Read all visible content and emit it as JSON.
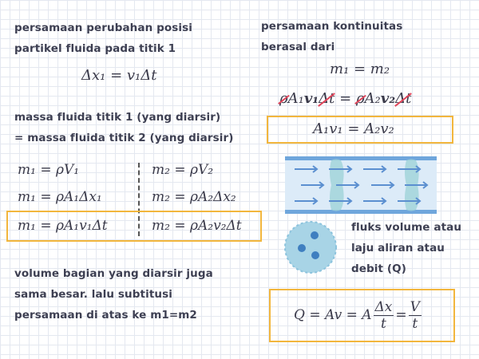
{
  "left": {
    "position_text_line1": "persamaan perubahan posisi",
    "position_text_line2": "partikel fluida pada titik 1",
    "position_eq": "Δx₁ = v₁Δt",
    "mass_text_line1": "massa fluida titik 1 (yang diarsir)",
    "mass_text_line2": "= massa fluida titik 2 (yang diarsir)",
    "eq_row1_left": "m₁ = ρV₁",
    "eq_row2_left": "m₁ = ρA₁Δx₁",
    "eq_row3_left": "m₁ = ρA₁v₁Δt",
    "eq_row1_right": "m₂ = ρV₂",
    "eq_row2_right": "m₂ = ρA₂Δx₂",
    "eq_row3_right": "m₂ = ρA₂v₂Δt",
    "volume_text_line1": "volume bagian yang diarsir juga",
    "volume_text_line2": "sama besar. lalu subtitusi",
    "volume_text_line3": "persamaan di atas ke m1=m2"
  },
  "right": {
    "continuity_text_line1": "persamaan kontinuitas",
    "continuity_text_line2": "berasal dari",
    "mass_eq": "m₁ = m₂",
    "strike_eq": {
      "rho1": "ρ",
      "a1": "A₁",
      "v1": "v₁",
      "dt1": "Δt",
      "equals": "=",
      "rho2": "ρ",
      "a2": "A₂",
      "v2": "v₂",
      "dt2": "Δt"
    },
    "continuity_eq": "A₁v₁ = A₂v₂",
    "flux_text_line1": "fluks volume atau",
    "flux_text_line2": "laju aliran atau",
    "flux_text_line3": "debit (Q)",
    "flux_eq": {
      "lhs": "Q = Av = A",
      "frac1_num": "Δx",
      "frac1_den": "t",
      "eq2": "=",
      "frac2_num": "V",
      "frac2_den": "t"
    }
  },
  "colors": {
    "box_border": "#f2b63d",
    "strike_red": "#e0455a",
    "pipe_blue": "#6fa6dc",
    "fluid_teal": "#9fd3d8"
  }
}
